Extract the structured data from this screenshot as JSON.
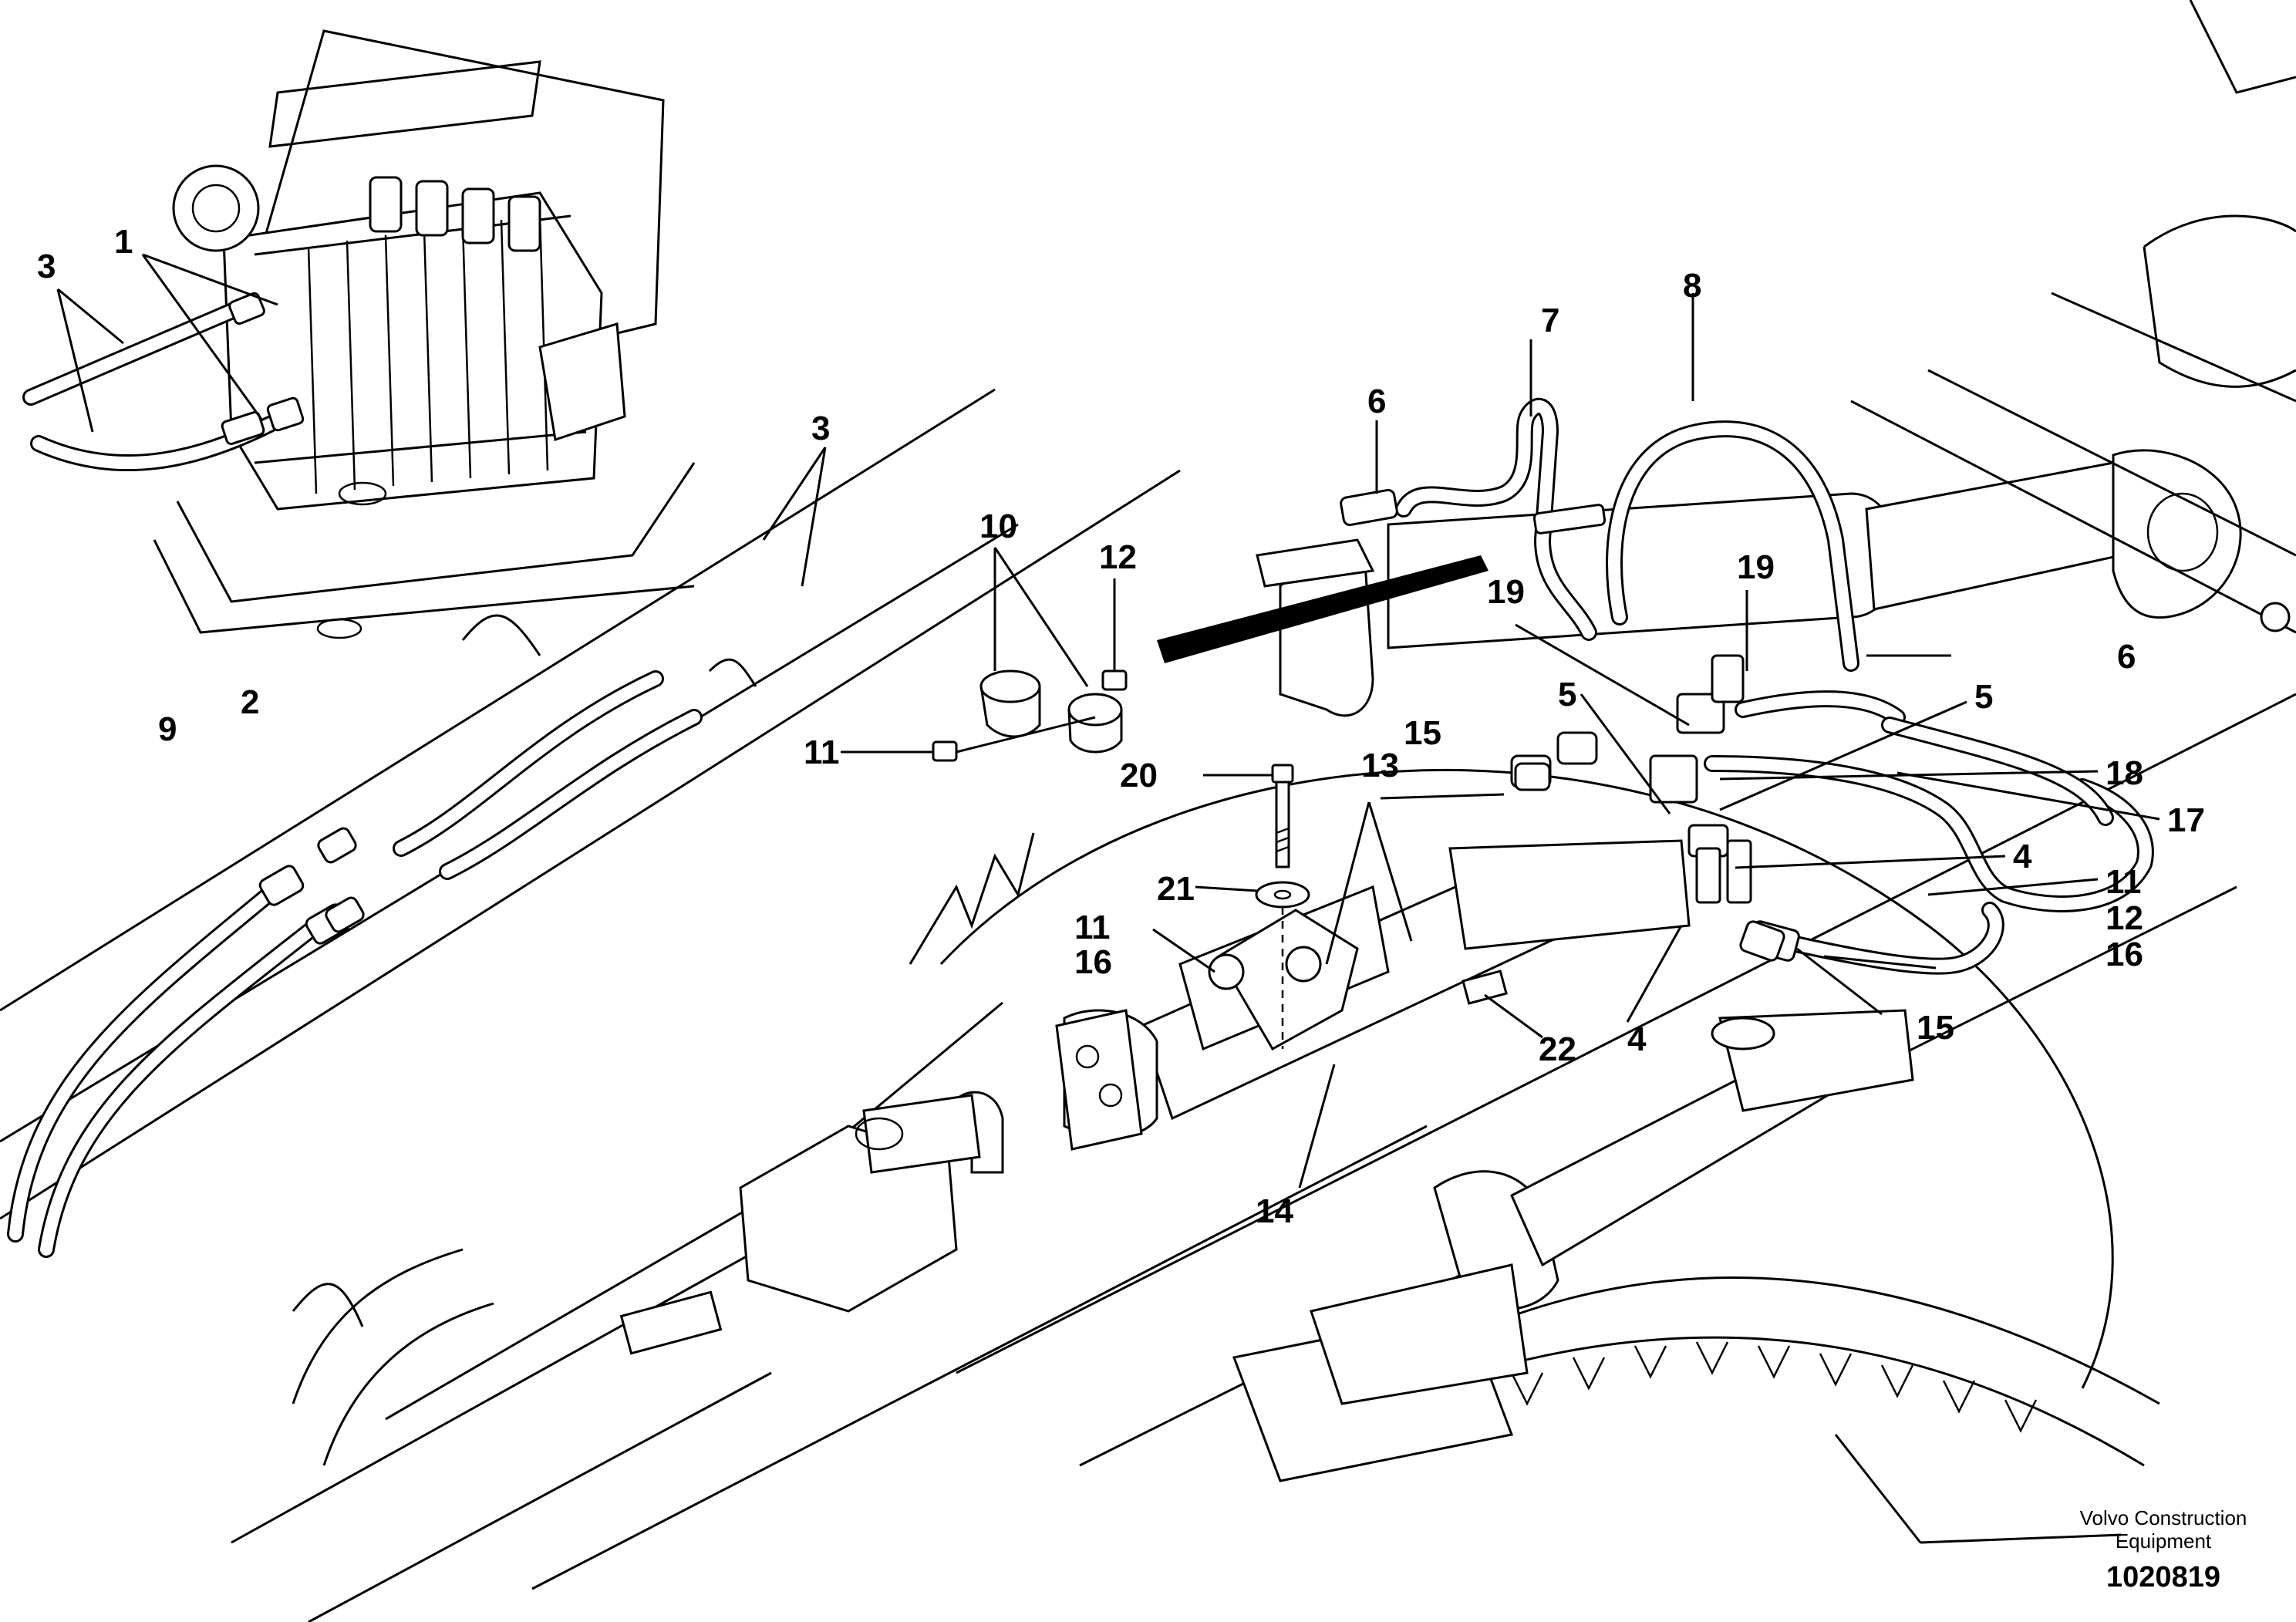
{
  "callouts": {
    "c1": "1",
    "c2": "2",
    "c3a": "3",
    "c3b": "3",
    "c4a": "4",
    "c4b": "4",
    "c5a": "5",
    "c5b": "5",
    "c6a": "6",
    "c6b": "6",
    "c7": "7",
    "c8": "8",
    "c9": "9",
    "c10": "10",
    "c11a": "11",
    "c11b": "11",
    "c11c": "11",
    "c12a": "12",
    "c12b": "12",
    "c13": "13",
    "c14": "14",
    "c15a": "15",
    "c15b": "15",
    "c16a": "16",
    "c16b": "16",
    "c17": "17",
    "c18": "18",
    "c19a": "19",
    "c19b": "19",
    "c20": "20",
    "c21": "21",
    "c22": "22"
  },
  "footer": {
    "brand_line1": "Volvo Construction",
    "brand_line2": "Equipment",
    "doc_number": "1020819"
  }
}
